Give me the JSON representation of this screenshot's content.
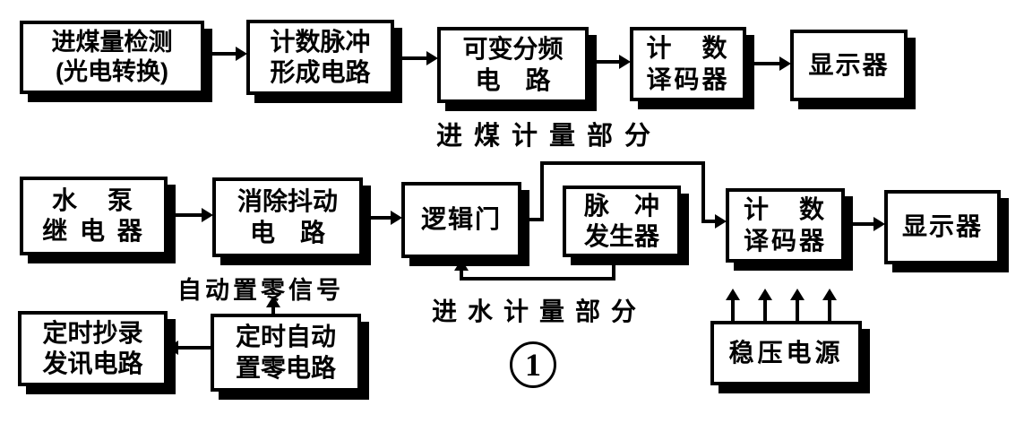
{
  "figure": {
    "background": "#ffffff",
    "ink": "#000000"
  },
  "boxes": {
    "coal_detect": {
      "lines": [
        "进煤量检测",
        "(光电转换)"
      ]
    },
    "pulse_form": {
      "lines": [
        "计数脉冲",
        "形成电路"
      ]
    },
    "freq_divider": {
      "lines": [
        "可变分频",
        "电　路"
      ]
    },
    "decoder_coal": {
      "lines": [
        "计　数",
        "译码器"
      ]
    },
    "display_coal": {
      "lines": [
        "显示器"
      ]
    },
    "pump_relay": {
      "lines": [
        "水　泵",
        "继 电 器"
      ]
    },
    "debounce": {
      "lines": [
        "消除抖动",
        "电　路"
      ]
    },
    "logic_gate": {
      "lines": [
        "逻辑门"
      ]
    },
    "pulse_gen": {
      "lines": [
        "脉　冲",
        "发生器"
      ]
    },
    "decoder_water": {
      "lines": [
        "计　数",
        "译码器"
      ]
    },
    "display_water": {
      "lines": [
        "显示器"
      ]
    },
    "timer_transmit": {
      "lines": [
        "定时抄录",
        "发讯电路"
      ]
    },
    "auto_zero": {
      "lines": [
        "定时自动",
        "置零电路"
      ]
    },
    "power_supply": {
      "lines": [
        "稳压电源"
      ]
    }
  },
  "labels": {
    "coal_section": "进煤计量部分",
    "auto_zero_signal": "自动置零信号",
    "water_section": "进水计量部分",
    "figure_number": "1"
  }
}
